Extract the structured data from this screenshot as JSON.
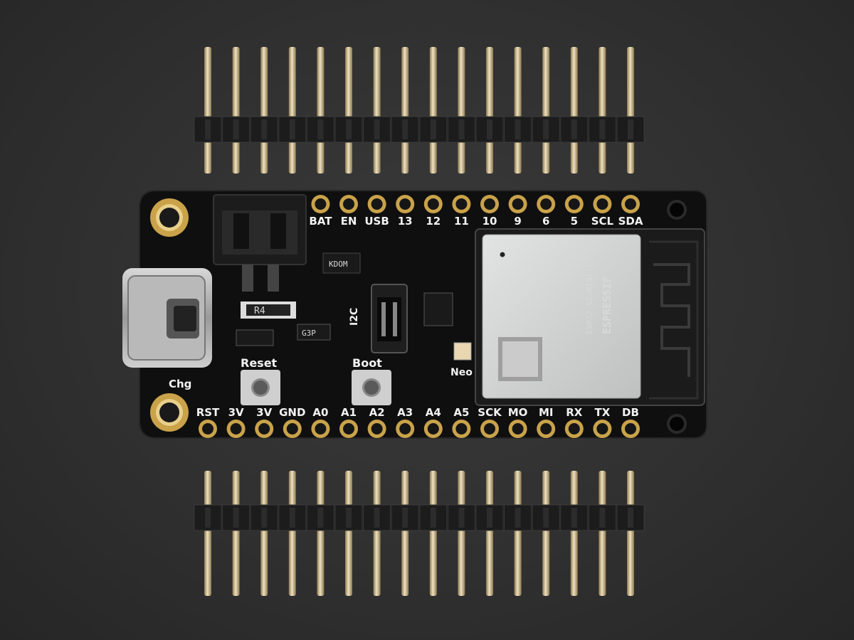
{
  "board": {
    "top_labels": [
      "BAT",
      "EN",
      "USB",
      "13",
      "12",
      "11",
      "10",
      "9",
      "6",
      "5",
      "SCL",
      "SDA"
    ],
    "bottom_labels": [
      "RST",
      "3V",
      "3V",
      "GND",
      "A0",
      "A1",
      "A2",
      "A3",
      "A4",
      "A5",
      "SCK",
      "MO",
      "MI",
      "RX",
      "TX",
      "DB"
    ],
    "reset_label": "Reset",
    "boot_label": "Boot",
    "chg_label": "Chg",
    "neo_label": "Neo",
    "i2c_label": "I2C",
    "chip_labels": {
      "r4": "R4",
      "g3p": "G3P",
      "kdom": "KDOM"
    }
  },
  "module": {
    "brand": "ESPRESSIF",
    "model": "ESP32-S2-MINI-1"
  },
  "headers": {
    "pins_per_strip": 16
  },
  "colors": {
    "background": "#2e2e2e",
    "pcb": "#101010",
    "gold": "#c9a24a",
    "module_shield": "#cfd0d0",
    "silkscreen": "#f2f2f2"
  }
}
